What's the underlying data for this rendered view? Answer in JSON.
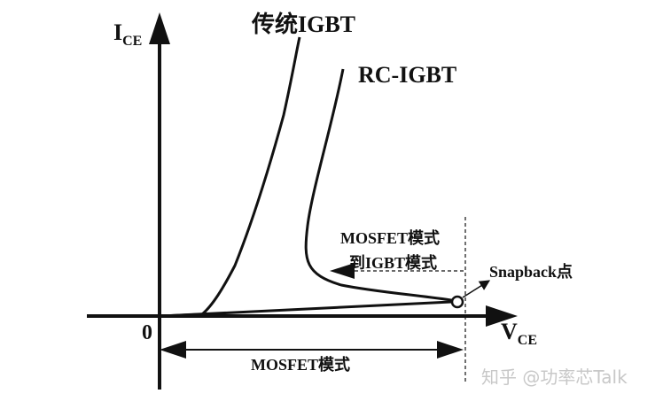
{
  "axes": {
    "y_label_main": "I",
    "y_label_sub": "CE",
    "x_label_main": "V",
    "x_label_sub": "CE",
    "origin": "0"
  },
  "curves": {
    "conventional_igbt": "传统IGBT",
    "rc_igbt": "RC-IGBT"
  },
  "annotations": {
    "transition_line1": "MOSFET模式",
    "transition_line2": "到IGBT模式",
    "snapback": "Snapback点",
    "mosfet_range": "MOSFET模式"
  },
  "watermark": "知乎 @功率芯Talk",
  "colors": {
    "ink": "#111111",
    "watermark": "#c8c8c8"
  }
}
